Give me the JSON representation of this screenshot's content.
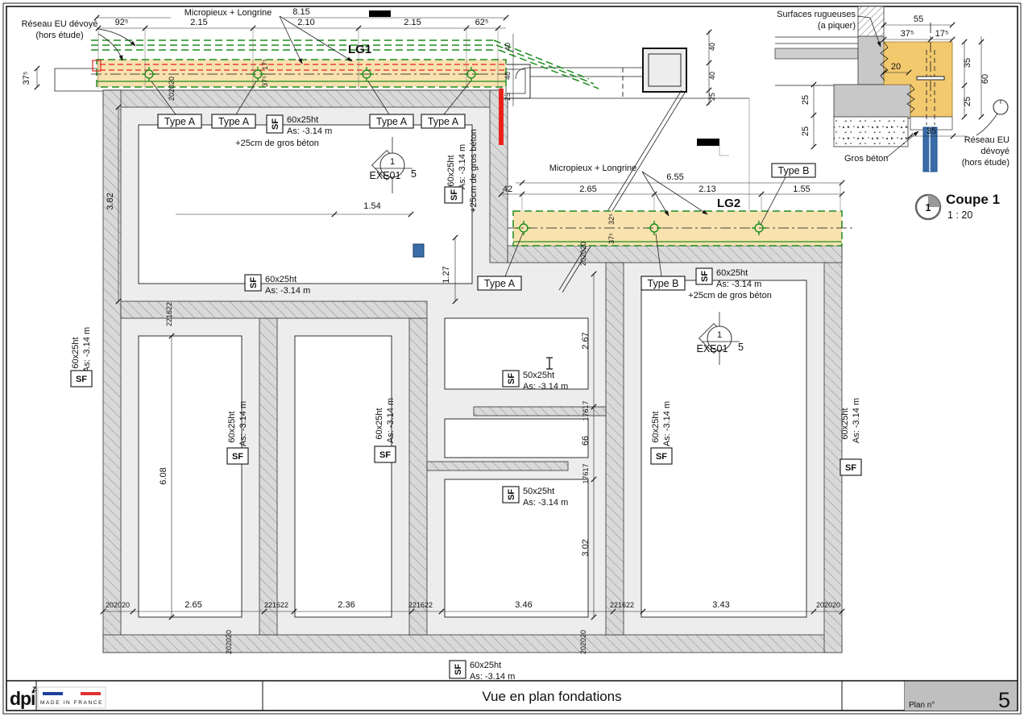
{
  "colors": {
    "longrine_plan": "#f8e2b0",
    "longrine_coupe": "#f3c96e",
    "green_network": "#1e8c1e",
    "red_marker": "#e8211c",
    "blue_pile": "#3a6ca8",
    "wall_gray": "#d9d9d9",
    "floor_gray": "#ededed",
    "titlebar_gray": "#bfbfbf",
    "logo_blue": "#1e5aa8",
    "logo_orange": "#f0871c"
  },
  "plan": {
    "labels": {
      "reseau_l1": "Réseau EU dévoyé",
      "reseau_l2": "(hors étude)",
      "micropieux": "Micropieux + Longrine",
      "lg1": "LG1",
      "lg2": "LG2",
      "type_a": "Type A",
      "type_b": "Type B",
      "sf": "SF",
      "exe_idx": "1",
      "exe_name": "EXE01",
      "exe_sheet": "5"
    },
    "notes": {
      "s60": "60x25ht",
      "s50": "50x25ht",
      "as_level": "As: -3.14 m",
      "gros": "+25cm de gros béton"
    },
    "dims": {
      "total_lg1": "8.15",
      "c925": "92⁵",
      "c215": "2.15",
      "c210": "2.10",
      "c625": "62⁵",
      "d375": "37⁵",
      "d175": "17⁵",
      "w202020": "202020",
      "w221622": "221622",
      "total_lg2": "6.55",
      "d42": "42",
      "d265": "2.65",
      "d213": "2.13",
      "d155": "1.55",
      "d325": "32⁵",
      "d40": "40",
      "d25": "25",
      "d154": "1.54",
      "d127": "1.27",
      "d382": "3.82",
      "d608": "6.08",
      "d267": "2.67",
      "d66": "66",
      "d302": "3.02",
      "d17617": "17617",
      "d236": "2.36",
      "d346": "3.46",
      "d343": "3.43"
    }
  },
  "coupe": {
    "title": "Coupe 1",
    "scale": "1 : 20",
    "index": "1",
    "surfaces_l1": "Surfaces rugueuses",
    "surfaces_l2": "(a piquer)",
    "gros_beton": "Gros  béton",
    "reseau_l1": "Réseau EU",
    "reseau_l2": "dévoyé",
    "reseau_l3": "(hors étude)",
    "dims": {
      "d55": "55",
      "d375": "37⁵",
      "d175": "17⁵",
      "d20": "20",
      "d35": "35",
      "d60": "60",
      "d25": "25"
    }
  },
  "title_block": {
    "logo_d": "d",
    "logo_p": "p",
    "logo_i": "i",
    "logo_sup": "z",
    "made_in_france": "MADE IN FRANCE",
    "drawing_title": "Vue en plan fondations",
    "plan_no_label": "Plan n°",
    "plan_no_value": "5"
  }
}
